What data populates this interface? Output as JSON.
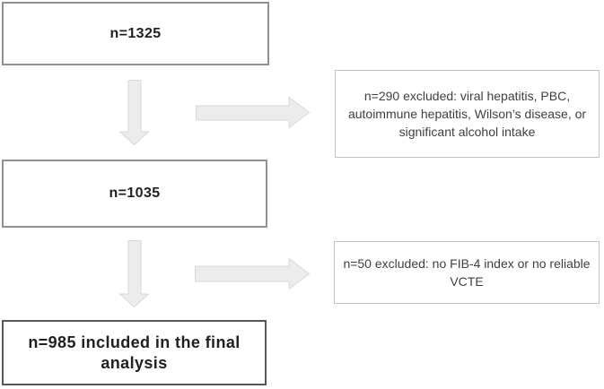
{
  "colors": {
    "canvas-bg": "#ffffff",
    "box-bg": "#ffffff",
    "box-border": "#919191",
    "final-box-border": "#575757",
    "note-border": "#c2c2c2",
    "arrow-fill": "#ebecec",
    "arrow-stroke": "#d9d9d9",
    "text-strong": "#231f20",
    "text-note": "#404040"
  },
  "flowchart": {
    "type": "study-flow-diagram",
    "nodes": {
      "initial": {
        "label": "n=1325",
        "count": 1325
      },
      "after_exclusion_1": {
        "label": "n=1035",
        "count": 1035
      },
      "final": {
        "label": "n=985 included in the final analysis",
        "count": 985
      }
    },
    "notes": {
      "exclusion_1": {
        "label": "n=290 excluded: viral hepatitis, PBC, autoimmune hepatitis, Wilson’s disease, or significant alcohol intake",
        "count": 290
      },
      "exclusion_2": {
        "label": "n=50 excluded: no FIB-4 index or no reliable VCTE",
        "count": 50
      }
    },
    "connectors": [
      {
        "from": "initial",
        "to": "after_exclusion_1",
        "direction": "down"
      },
      {
        "from": "initial",
        "to": "exclusion_1",
        "direction": "right"
      },
      {
        "from": "after_exclusion_1",
        "to": "final",
        "direction": "down"
      },
      {
        "from": "after_exclusion_1",
        "to": "exclusion_2",
        "direction": "right"
      }
    ]
  }
}
